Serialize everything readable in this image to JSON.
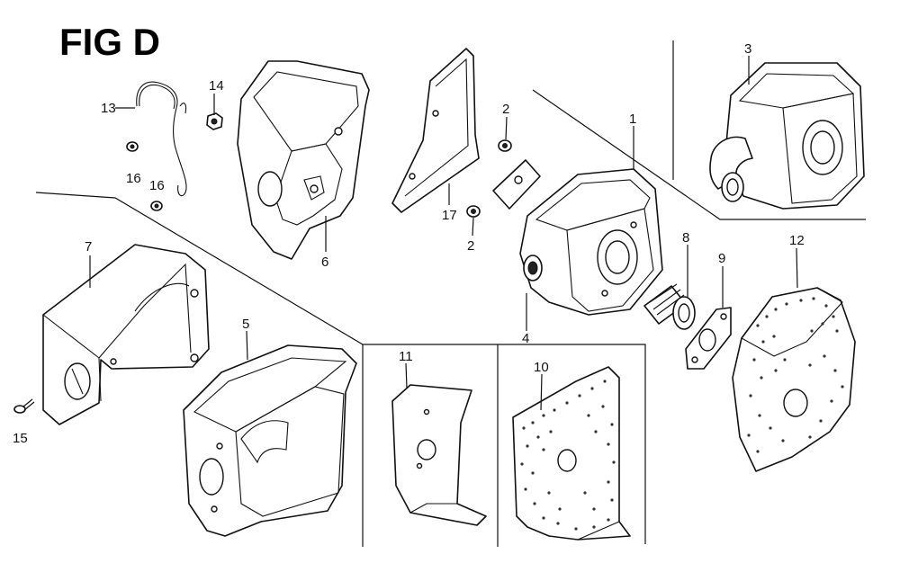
{
  "figure": {
    "title": "FIG D"
  },
  "callouts": [
    {
      "id": "c13",
      "text": "13"
    },
    {
      "id": "c14",
      "text": "14"
    },
    {
      "id": "c16a",
      "text": "16"
    },
    {
      "id": "c16b",
      "text": "16"
    },
    {
      "id": "c6",
      "text": "6"
    },
    {
      "id": "c17",
      "text": "17"
    },
    {
      "id": "c2a",
      "text": "2"
    },
    {
      "id": "c2b",
      "text": "2"
    },
    {
      "id": "c1",
      "text": "1"
    },
    {
      "id": "c3",
      "text": "3"
    },
    {
      "id": "c4",
      "text": "4"
    },
    {
      "id": "c8",
      "text": "8"
    },
    {
      "id": "c9",
      "text": "9"
    },
    {
      "id": "c12",
      "text": "12"
    },
    {
      "id": "c7",
      "text": "7"
    },
    {
      "id": "c5",
      "text": "5"
    },
    {
      "id": "c11",
      "text": "11"
    },
    {
      "id": "c10",
      "text": "10"
    },
    {
      "id": "c15",
      "text": "15"
    }
  ]
}
